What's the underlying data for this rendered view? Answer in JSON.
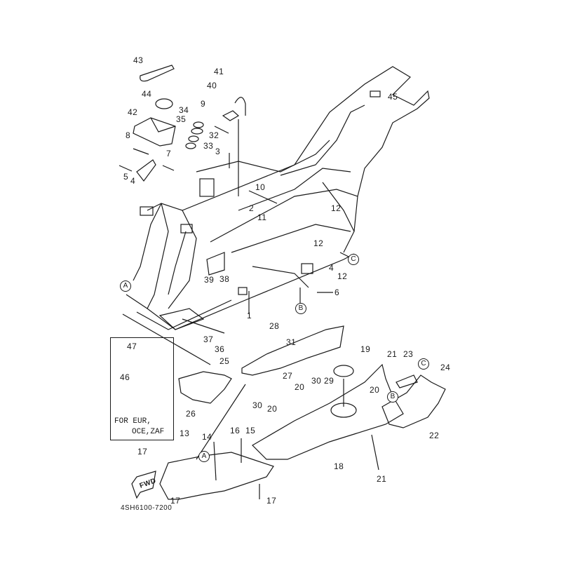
{
  "diagram": {
    "title_code": "4SH6100-7200",
    "inset_note_line1": "FOR EUR,",
    "inset_note_line2": "OCE,ZAF",
    "fwd_label": "FWD",
    "reference_markers": [
      "A",
      "B",
      "C"
    ],
    "part_labels": [
      {
        "id": "p43",
        "text": "43"
      },
      {
        "id": "p44",
        "text": "44"
      },
      {
        "id": "p42",
        "text": "42"
      },
      {
        "id": "p41",
        "text": "41"
      },
      {
        "id": "p40",
        "text": "40"
      },
      {
        "id": "p9",
        "text": "9"
      },
      {
        "id": "p34",
        "text": "34"
      },
      {
        "id": "p35",
        "text": "35"
      },
      {
        "id": "p32",
        "text": "32"
      },
      {
        "id": "p33",
        "text": "33"
      },
      {
        "id": "p3",
        "text": "3"
      },
      {
        "id": "p8",
        "text": "8"
      },
      {
        "id": "p7",
        "text": "7"
      },
      {
        "id": "p5",
        "text": "5"
      },
      {
        "id": "p4a",
        "text": "4"
      },
      {
        "id": "p45",
        "text": "45"
      },
      {
        "id": "p10",
        "text": "10"
      },
      {
        "id": "p2",
        "text": "2"
      },
      {
        "id": "p11",
        "text": "11"
      },
      {
        "id": "p12a",
        "text": "12"
      },
      {
        "id": "p12b",
        "text": "12"
      },
      {
        "id": "p12c",
        "text": "12"
      },
      {
        "id": "p4b",
        "text": "4"
      },
      {
        "id": "p6",
        "text": "6"
      },
      {
        "id": "p39",
        "text": "39"
      },
      {
        "id": "p38",
        "text": "38"
      },
      {
        "id": "p1",
        "text": "1"
      },
      {
        "id": "p37",
        "text": "37"
      },
      {
        "id": "p36",
        "text": "36"
      },
      {
        "id": "p28",
        "text": "28"
      },
      {
        "id": "p31",
        "text": "31"
      },
      {
        "id": "p19",
        "text": "19"
      },
      {
        "id": "p21a",
        "text": "21"
      },
      {
        "id": "p23",
        "text": "23"
      },
      {
        "id": "p24",
        "text": "24"
      },
      {
        "id": "p47",
        "text": "47"
      },
      {
        "id": "p46",
        "text": "46"
      },
      {
        "id": "p25",
        "text": "25"
      },
      {
        "id": "p27",
        "text": "27"
      },
      {
        "id": "p30a",
        "text": "30"
      },
      {
        "id": "p29",
        "text": "29"
      },
      {
        "id": "p20a",
        "text": "20"
      },
      {
        "id": "p20b",
        "text": "20"
      },
      {
        "id": "p20c",
        "text": "20"
      },
      {
        "id": "p26",
        "text": "26"
      },
      {
        "id": "p30b",
        "text": "30"
      },
      {
        "id": "p22",
        "text": "22"
      },
      {
        "id": "p13",
        "text": "13"
      },
      {
        "id": "p14",
        "text": "14"
      },
      {
        "id": "p16",
        "text": "16"
      },
      {
        "id": "p15",
        "text": "15"
      },
      {
        "id": "p18",
        "text": "18"
      },
      {
        "id": "p21b",
        "text": "21"
      },
      {
        "id": "p17a",
        "text": "17"
      },
      {
        "id": "p17b",
        "text": "17"
      },
      {
        "id": "p17c",
        "text": "17"
      }
    ]
  }
}
